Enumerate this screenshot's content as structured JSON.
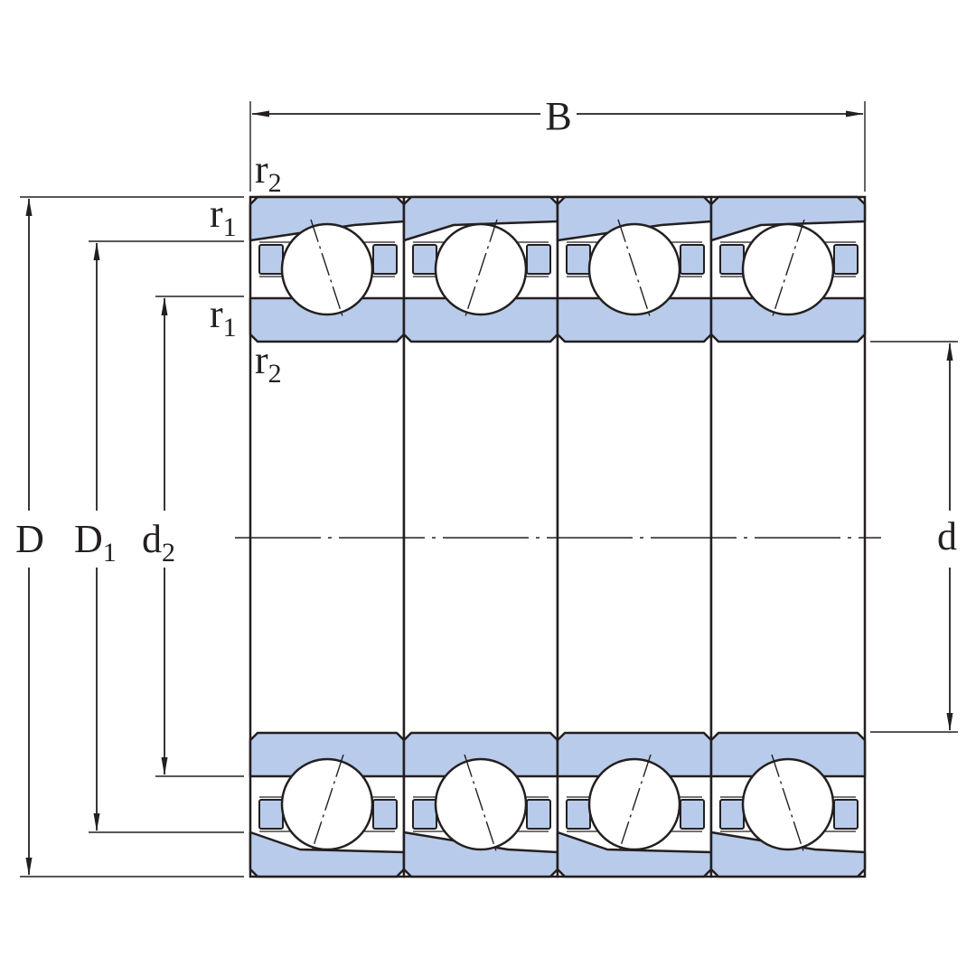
{
  "figure": {
    "kind": "bearing-dimension-drawing",
    "description_type": "four-row angular contact ball bearing set, cross-section",
    "colors": {
      "ring_fill": "#b9cbea",
      "line": "#231f20",
      "background": "#ffffff"
    }
  },
  "labels": {
    "B": "B",
    "D": "D",
    "D1_main": "D",
    "D1_sub": "1",
    "d2_main": "d",
    "d2_sub": "2",
    "d": "d",
    "r2_top_main": "r",
    "r2_top_sub": "2",
    "r1_top_main": "r",
    "r1_top_sub": "1",
    "r1_mid_main": "r",
    "r1_mid_sub": "1",
    "r2_mid_main": "r",
    "r2_mid_sub": "2"
  }
}
